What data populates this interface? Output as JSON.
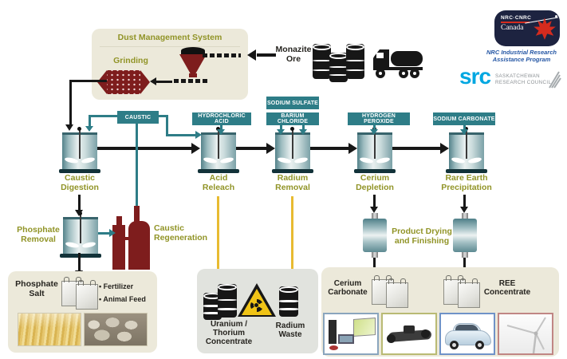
{
  "colors": {
    "teal": "#2e7d87",
    "olive": "#919427",
    "dark_red": "#7e1d1d",
    "cream": "#ece9da",
    "gray_panel": "#e1e3de",
    "yellow": "#e8bb31",
    "src_blue": "#00a7e1",
    "nrc_navy": "#1d2340"
  },
  "dust_system": {
    "title": "Dust Management System",
    "grinding_label": "Grinding"
  },
  "feed": {
    "label": "Monazite Ore"
  },
  "logos": {
    "nrc": {
      "wordmark": "NRC·CNRC",
      "canada": "Canada",
      "program_line1": "NRC Industrial Research",
      "program_line2": "Assistance Program"
    },
    "src": {
      "name": "src",
      "org_line1": "SASKATCHEWAN",
      "org_line2": "RESEARCH COUNCIL"
    }
  },
  "chemicals": [
    {
      "label": "CAUSTIC"
    },
    {
      "label": "HYDROCHLORIC ACID"
    },
    {
      "label": "SODIUM SULFATE"
    },
    {
      "label": "BARIUM CHLORIDE"
    },
    {
      "label": "HYDROGEN PEROXIDE"
    },
    {
      "label": "SODIUM CARBONATE"
    }
  ],
  "stages": [
    {
      "label": "Caustic Digestion"
    },
    {
      "label": "Acid Releach"
    },
    {
      "label": "Radium Removal"
    },
    {
      "label": "Cerium Depletion"
    },
    {
      "label": "Rare Earth Precipitation"
    }
  ],
  "side_processes": {
    "phosphate_removal": "Phosphate Removal",
    "caustic_regeneration": "Caustic Regeneration",
    "product_drying": "Product Drying and Finishing"
  },
  "outputs": {
    "phosphate_salt": {
      "title": "Phosphate Salt",
      "uses": [
        {
          "label": "Fertilizer"
        },
        {
          "label": "Animal Feed"
        }
      ]
    },
    "uranium_thorium": {
      "label": "Uranium / Thorium Concentrate"
    },
    "radium_waste": {
      "label": "Radium Waste"
    },
    "cerium_carbonate": {
      "label": "Cerium Carbonate"
    },
    "ree_concentrate": {
      "label": "REE Concentrate"
    }
  },
  "icons": {
    "mill": "ball-mill",
    "hopper": "hopper-with-conveyor",
    "truck": "haul-truck",
    "barrel": "drum-barrel",
    "radiation": "radiation-warning",
    "bulk_bag": "bulk-bag",
    "reactor": "stirred-tank-reactor",
    "dryer": "drying-drum",
    "maple_leaf": "maple-leaf",
    "feather": "feather",
    "photos": [
      "electronics",
      "ev-drivetrain",
      "electric-car",
      "wind-turbine",
      "wheat-field",
      "livestock-feeding"
    ]
  }
}
